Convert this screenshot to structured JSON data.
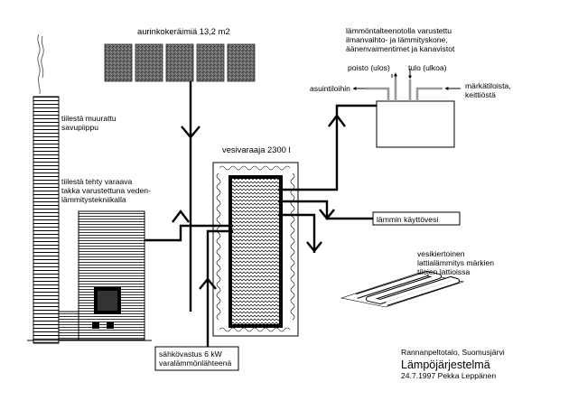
{
  "labels": {
    "solar": "aurinkokeräimiä 13,2 m2",
    "ventilation": [
      "lämmöntalteenotolla varustettu",
      "ilmanvaihto- ja lämmityskone,",
      "äänenvaimentimet ja kanavistot"
    ],
    "exhaust": "poisto (ulos)",
    "intake": "tulo (ulkoa)",
    "supply": "asuintiloihin",
    "wet_rooms": [
      "märkätiloista,",
      "keittiöstä"
    ],
    "chimney": [
      "tiilestä muurattu",
      "savupiippu"
    ],
    "fireplace": [
      "tiilestä tehty varaava",
      "takka varustettuna veden-",
      "lämmitystekniikalla"
    ],
    "tank": "vesivaraaja 2300 l",
    "hot_water": "lämmin käyttövesi",
    "floor_heating": [
      "vesikiertoinen",
      "lattialämmitys märkien",
      "tilojen lattioissa"
    ],
    "electric": [
      "sähkövastus 6 kW",
      "varalämmönlähteenä"
    ]
  },
  "title_block": {
    "place": "Rannanpeltotalo, Suomusjärvi",
    "title": "Lämpöjärjestelmä",
    "credit": "24.7.1997 Pekka Leppänen"
  }
}
